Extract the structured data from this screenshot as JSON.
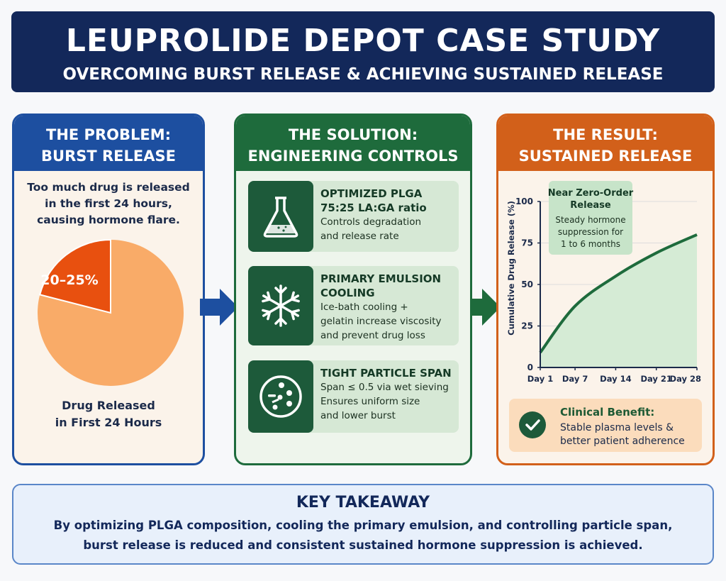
{
  "header": {
    "title": "LEUPROLIDE DEPOT CASE STUDY",
    "subtitle": "OVERCOMING BURST RELEASE & ACHIEVING SUSTAINED RELEASE",
    "color": "#13285a"
  },
  "problem": {
    "heading": [
      "THE PROBLEM:",
      "BURST RELEASE"
    ],
    "description": [
      "Too much drug is released",
      "in the first 24 hours,",
      "causing hormone flare."
    ],
    "pie": {
      "slices": [
        {
          "label": "20–25%",
          "value": 21,
          "color": "#e8500f"
        },
        {
          "label": "",
          "value": 79,
          "color": "#f9ab68"
        }
      ]
    },
    "pie_caption": [
      "Drug Released",
      "in First 24 Hours"
    ],
    "color": "#1d4fa0"
  },
  "solution": {
    "heading": [
      "THE SOLUTION:",
      "ENGINEERING CONTROLS"
    ],
    "color": "#1e6b3c",
    "cards": [
      {
        "icon": "flask-icon",
        "title": "OPTIMIZED PLGA",
        "lines": [
          "75:25 LA:GA ratio",
          "Controls degradation",
          "and release rate"
        ]
      },
      {
        "icon": "snowflake-icon",
        "title": "PRIMARY EMULSION COOLING",
        "lines": [
          "Ice-bath cooling +",
          "gelatin increase viscosity",
          "and prevent drug loss"
        ]
      },
      {
        "icon": "particles-icon",
        "title": "TIGHT PARTICLE SPAN",
        "lines": [
          "Span ≤ 0.5 via wet sieving",
          "Ensures uniform size",
          "and lower burst"
        ]
      }
    ]
  },
  "result": {
    "heading": [
      "THE RESULT:",
      "SUSTAINED RELEASE"
    ],
    "color": "#d2601a",
    "annotation": {
      "title": [
        "Near Zero-Order",
        "Release"
      ],
      "text": [
        "Steady hormone",
        "suppression for",
        "1 to 6 months"
      ]
    },
    "benefit": {
      "title": "Clinical Benefit:",
      "lines": [
        "Stable plasma levels &",
        "better patient adherence"
      ]
    }
  },
  "chart_data": {
    "type": "area",
    "ylabel": "Cumulative Drug Release (%)",
    "xlabel": "",
    "categories": [
      "Day 1",
      "Day 7",
      "Day 14",
      "Day 21",
      "Day 28"
    ],
    "x": [
      1,
      7,
      14,
      21,
      28
    ],
    "values": [
      9,
      37,
      55,
      69,
      80
    ],
    "ylim": [
      0,
      100
    ],
    "yticks": [
      "0",
      "25",
      "50",
      "75",
      "100"
    ],
    "grid": true,
    "line_color": "#1e6b3c",
    "fill_color": "#d5ebd5"
  },
  "takeaway": {
    "title": "KEY TAKEAWAY",
    "lines": [
      "By optimizing PLGA composition, cooling the primary emulsion, and controlling particle span,",
      "burst release is reduced and consistent sustained hormone suppression is achieved."
    ]
  }
}
